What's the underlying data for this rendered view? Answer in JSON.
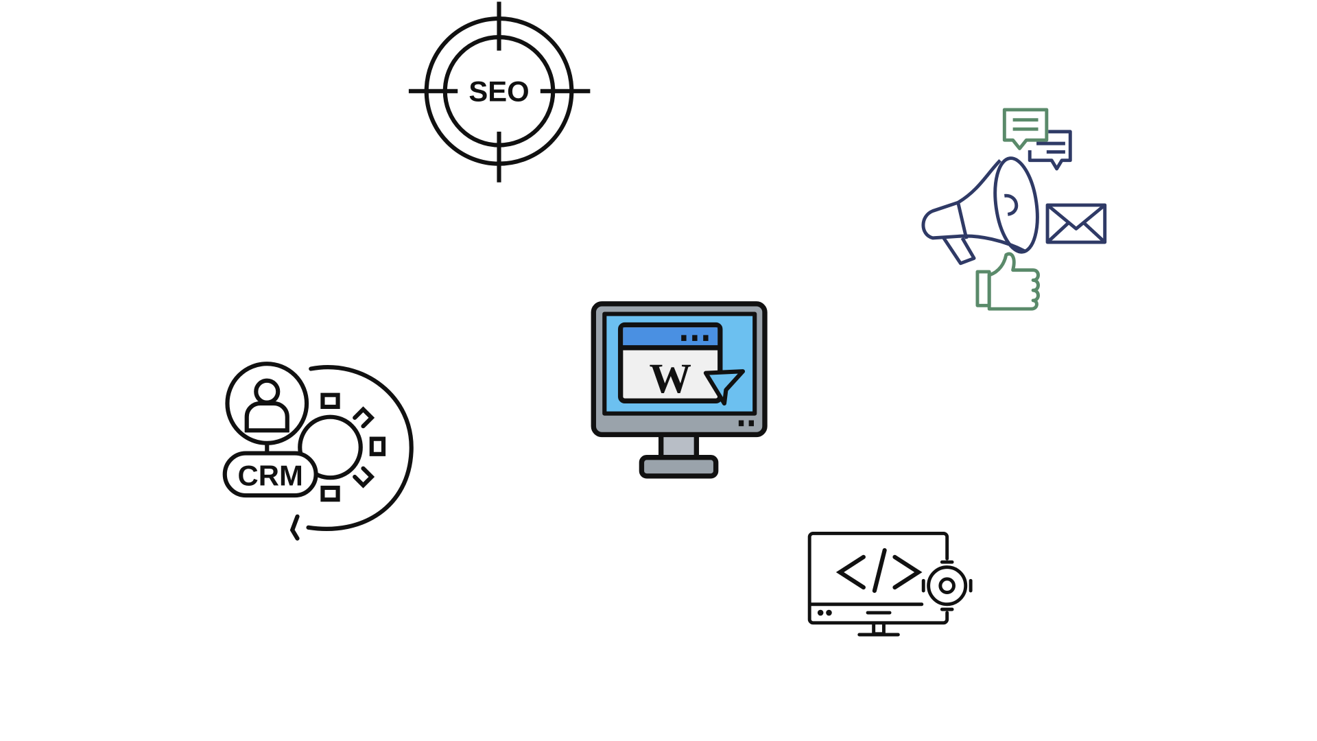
{
  "icons": {
    "seo": {
      "label": "SEO"
    },
    "website": {
      "label": "W"
    },
    "crm": {
      "label": "CRM"
    }
  },
  "colors": {
    "stroke": "#111111",
    "navy": "#2f3a66",
    "green": "#5a8a6a",
    "screen_blue": "#6cc0f0",
    "bar_blue": "#4a90e2",
    "monitor_gray": "#9aa3ab"
  }
}
